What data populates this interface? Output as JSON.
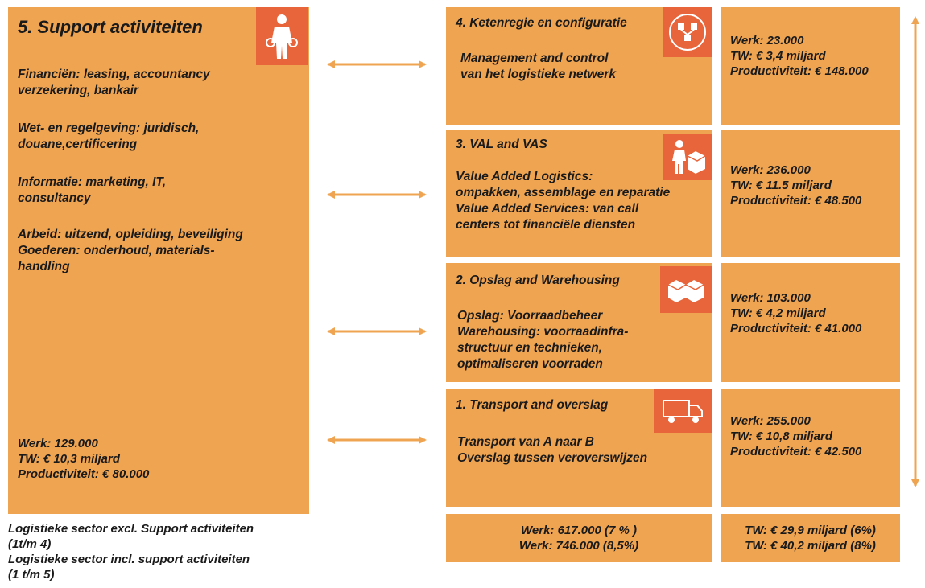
{
  "support": {
    "title": "5. Support activiteiten",
    "icon": "worker-icon",
    "paragraphs": [
      "Financiën: leasing, accountancy\nverzekering, bankair",
      "Wet- en regelgeving: juridisch,\ndouane,certificering",
      "Informatie: marketing, IT,\nconsultancy",
      "Arbeid: uitzend, opleiding, beveiliging\nGoederen: onderhoud, materials-\nhandling"
    ],
    "stats": [
      "Werk: 129.000",
      "TW: € 10,3 miljard",
      "Productiviteit: € 80.000"
    ]
  },
  "activities": [
    {
      "title": "4. Ketenregie en configuratie",
      "icon": "network-control-icon",
      "body": "Management and control\nvan het logistieke netwerk",
      "stats": [
        "Werk: 23.000",
        "TW: € 3,4 miljard",
        "Productiviteit: € 148.000"
      ]
    },
    {
      "title": "3. VAL and VAS",
      "icon": "person-packing-box-icon",
      "body": "  Value Added Logistics:\nompakken, assemblage en reparatie\n  Value Added Services: van call\n   centers tot financiële diensten",
      "stats": [
        "Werk: 236.000",
        "TW: € 11.5 miljard",
        "Productiviteit: € 48.500"
      ]
    },
    {
      "title": "2. Opslag and Warehousing",
      "icon": "boxes-icon",
      "body": "Opslag: Voorraadbeheer\n Warehousing: voorraadinfra-\nstructuur en technieken,\noptimaliseren voorraden",
      "stats": [
        "Werk: 103.000",
        "TW: € 4,2 miljard",
        "Productiviteit: € 41.000"
      ]
    },
    {
      "title": "1. Transport and overslag",
      "icon": "truck-icon",
      "body": "Transport van A naar B\n  Overslag tussen veroverswijzen",
      "stats": [
        "Werk: 255.000",
        "TW: € 10,8 miljard",
        "Productiviteit: € 42.500"
      ]
    }
  ],
  "totals": {
    "werk": [
      "Werk: 617.000 (7 % )",
      "Werk: 746.000 (8,5%)"
    ],
    "tw": [
      "TW: € 29,9 miljard (6%)",
      "TW: € 40,2 miljard (8%)"
    ]
  },
  "footer": [
    "Logistieke sector excl. Support activiteiten\n(1t/m 4)",
    "Logistieke sector incl. support activiteiten\n(1 t/m 5)"
  ],
  "colors": {
    "box": "#EFA452",
    "icon_bg": "#E8643A",
    "arrow": "#EFA452"
  }
}
